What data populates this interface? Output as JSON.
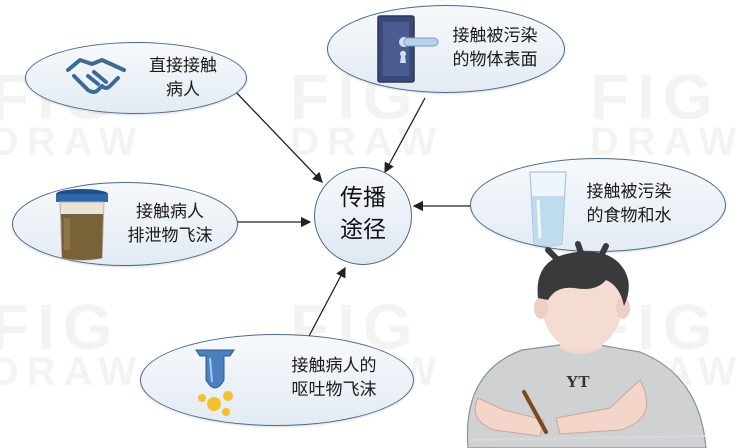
{
  "center": {
    "line1": "传播",
    "line2": "途径"
  },
  "nodes": {
    "direct_contact": {
      "line1": "直接接触",
      "line2": "病人"
    },
    "contaminated_objects": {
      "line1": "接触被污染",
      "line2": "的物体表面"
    },
    "excreta": {
      "line1": "接触病人",
      "line2": "排泄物飞沫"
    },
    "food_water": {
      "line1": "接触被污染",
      "line2": "的食物和水"
    },
    "vomit": {
      "line1": "接触病人的",
      "line2": "呕吐物飞沫"
    }
  },
  "figure": {
    "shirt_text": "YT"
  },
  "watermark": {
    "word1": "FIG",
    "word2": "DRAW"
  },
  "colors": {
    "outline": "#4a6a8c",
    "ellipse_fill": "#e9eff5",
    "arrow": "#222222"
  }
}
